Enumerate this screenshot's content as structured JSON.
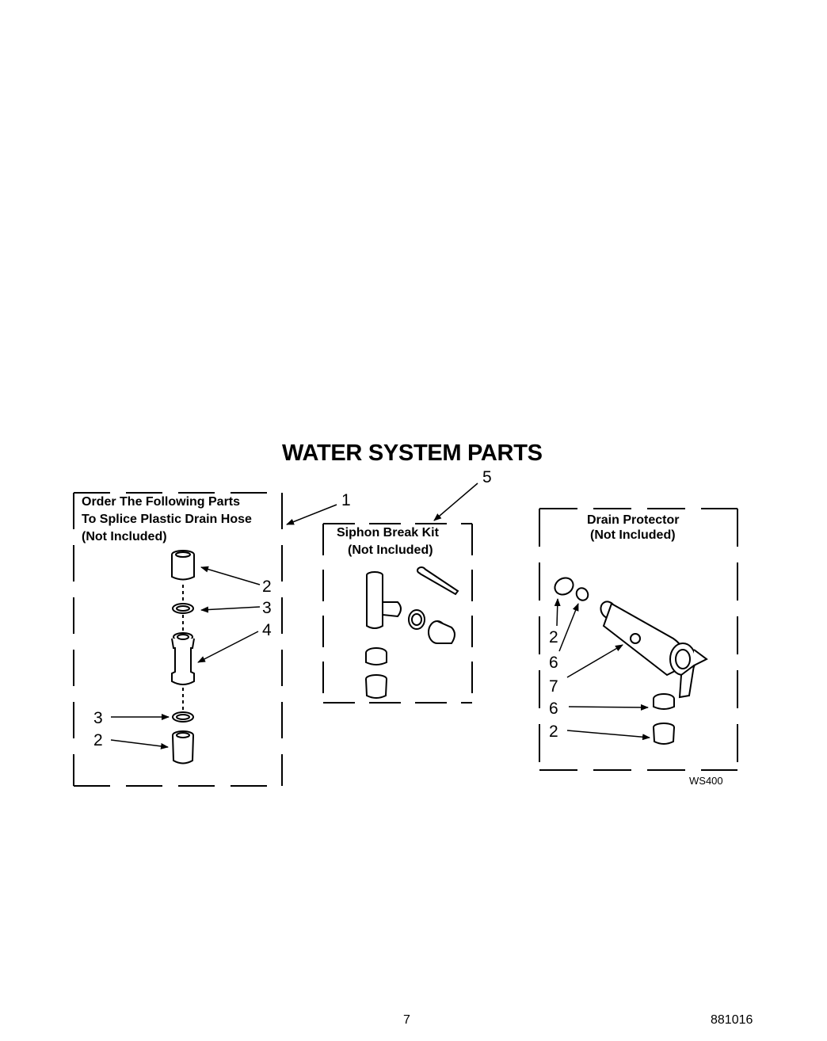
{
  "title": "WATER SYSTEM PARTS",
  "boxes": {
    "splice": {
      "lines": [
        "Order The Following Parts",
        "To Splice Plastic Drain Hose",
        "(Not Included)"
      ]
    },
    "siphon": {
      "lines": [
        "Siphon Break Kit",
        "(Not Included)"
      ]
    },
    "drain": {
      "lines": [
        "Drain Protector",
        "(Not Included)"
      ]
    }
  },
  "callouts": {
    "c1": "1",
    "c5": "5",
    "splice_2a": "2",
    "splice_3a": "3",
    "splice_4": "4",
    "splice_3b": "3",
    "splice_2b": "2",
    "drain_2a": "2",
    "drain_6a": "6",
    "drain_7": "7",
    "drain_6b": "6",
    "drain_2b": "2"
  },
  "diagram_code": "WS400",
  "footer": {
    "page_number": "7",
    "doc_number": "881016"
  }
}
